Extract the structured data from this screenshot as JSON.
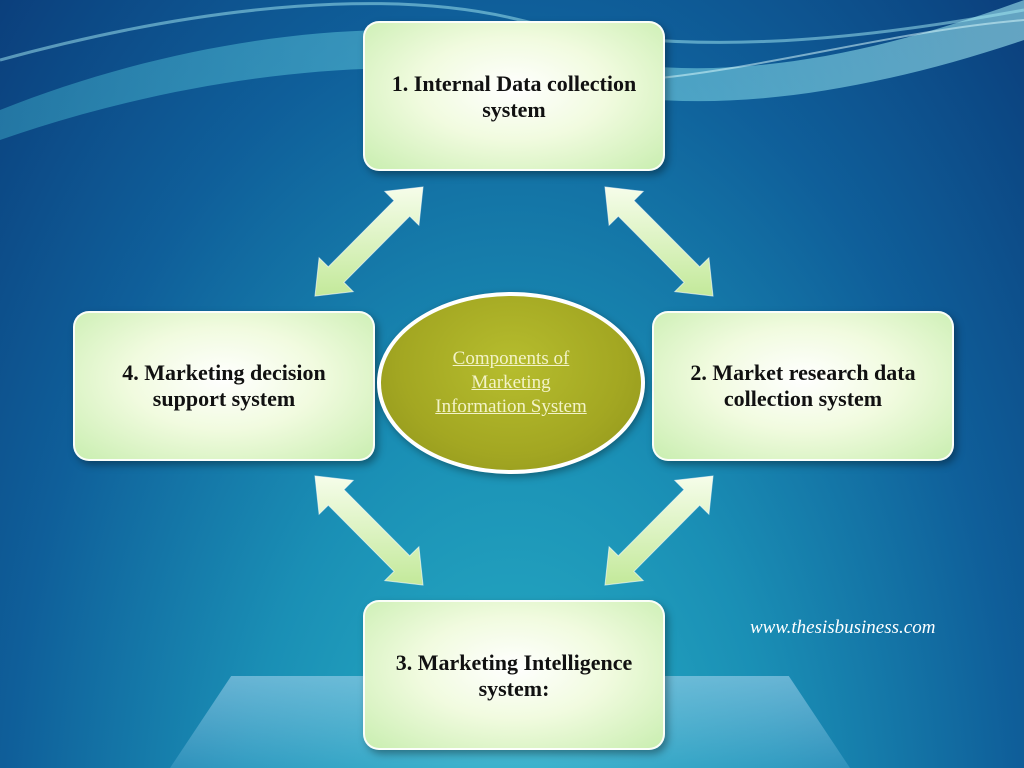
{
  "diagram": {
    "center": {
      "label": "Components of Marketing Information System"
    },
    "boxes": {
      "top": "1. Internal Data collection system",
      "right": "2. Market research data collection system",
      "bottom": "3. Marketing Intelligence system:",
      "left": "4. Marketing decision support system"
    },
    "arrow_style": "double-headed",
    "colors": {
      "box_fill": "#e6f7cf",
      "center_fill": "#a3a722",
      "center_text": "#f3f3c8",
      "background": "#0f5f9a"
    }
  },
  "footer": {
    "website": "www.thesisbusiness.com"
  }
}
